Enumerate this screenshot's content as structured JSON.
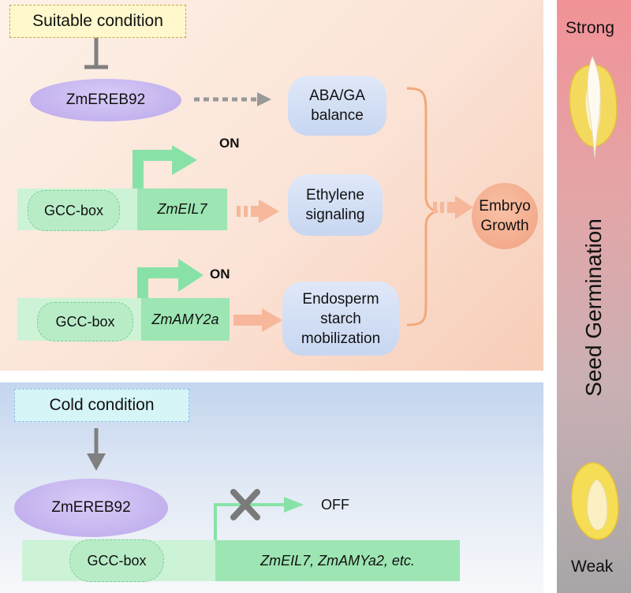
{
  "top_panel": {
    "condition": "Suitable condition",
    "repressor": "ZmEREB92",
    "targets": [
      "ABA/GA\nbalance",
      "Ethylene\nsignaling",
      "Endosperm\nstarch\nmobilization"
    ],
    "outcome": "Embryo\nGrowth",
    "genes": [
      {
        "promoter": "GCC-box",
        "gene": "ZmEIL7",
        "state": "ON"
      },
      {
        "promoter": "GCC-box",
        "gene": "ZmAMY2a",
        "state": "ON"
      }
    ]
  },
  "bottom_panel": {
    "condition": "Cold condition",
    "repressor": "ZmEREB92",
    "promoter": "GCC-box",
    "genes": "ZmEIL7, ZmAMYa2, etc.",
    "state": "OFF"
  },
  "side_bar": {
    "title": "Seed Germination",
    "top_label": "Strong",
    "bottom_label": "Weak"
  },
  "colors": {
    "repress_bar": "#808080",
    "gene_box": "#9de5b3",
    "promoter_region": "#cdf3d6",
    "on_arrow": "#88e2a8",
    "effect_arrow": "#f6b79a",
    "bracket": "#f2a978",
    "cross": "#7a7a7a"
  }
}
